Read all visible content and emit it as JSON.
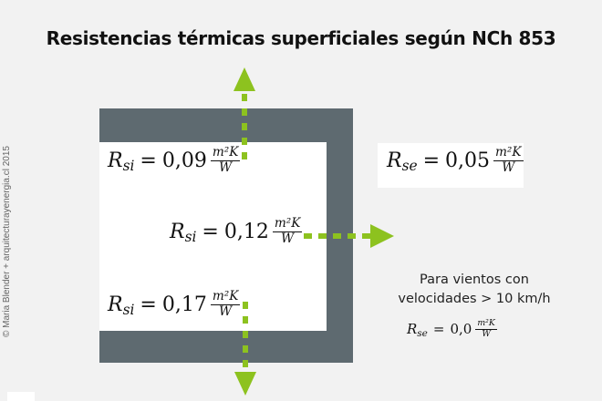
{
  "title": "Resistencias térmicas superficiales según NCh 853",
  "credit": "© Maria Blender + arquitecturayenergia.cl 2015",
  "labels": [
    {
      "symbol": "R",
      "sub": "si",
      "equals": "=",
      "value": "0,09",
      "unit_num": "m²K",
      "unit_den": "W"
    },
    {
      "symbol": "R",
      "sub": "si",
      "equals": "=",
      "value": "0,12",
      "unit_num": "m²K",
      "unit_den": "W"
    },
    {
      "symbol": "R",
      "sub": "si",
      "equals": "=",
      "value": "0,17",
      "unit_num": "m²K",
      "unit_den": "W"
    },
    {
      "symbol": "R",
      "sub": "se",
      "equals": "=",
      "value": "0,05",
      "unit_num": "m²K",
      "unit_den": "W"
    },
    {
      "symbol": "R",
      "sub": "se",
      "equals": "=",
      "value": "0,0",
      "unit_num": "m²K",
      "unit_den": "W"
    }
  ],
  "note": {
    "line1": "Para vientos con",
    "line2": "velocidades > 10 km/h"
  },
  "colors": {
    "wall": "#5e6a70",
    "arrow": "#8dc21f",
    "background": "#f2f2f2"
  }
}
